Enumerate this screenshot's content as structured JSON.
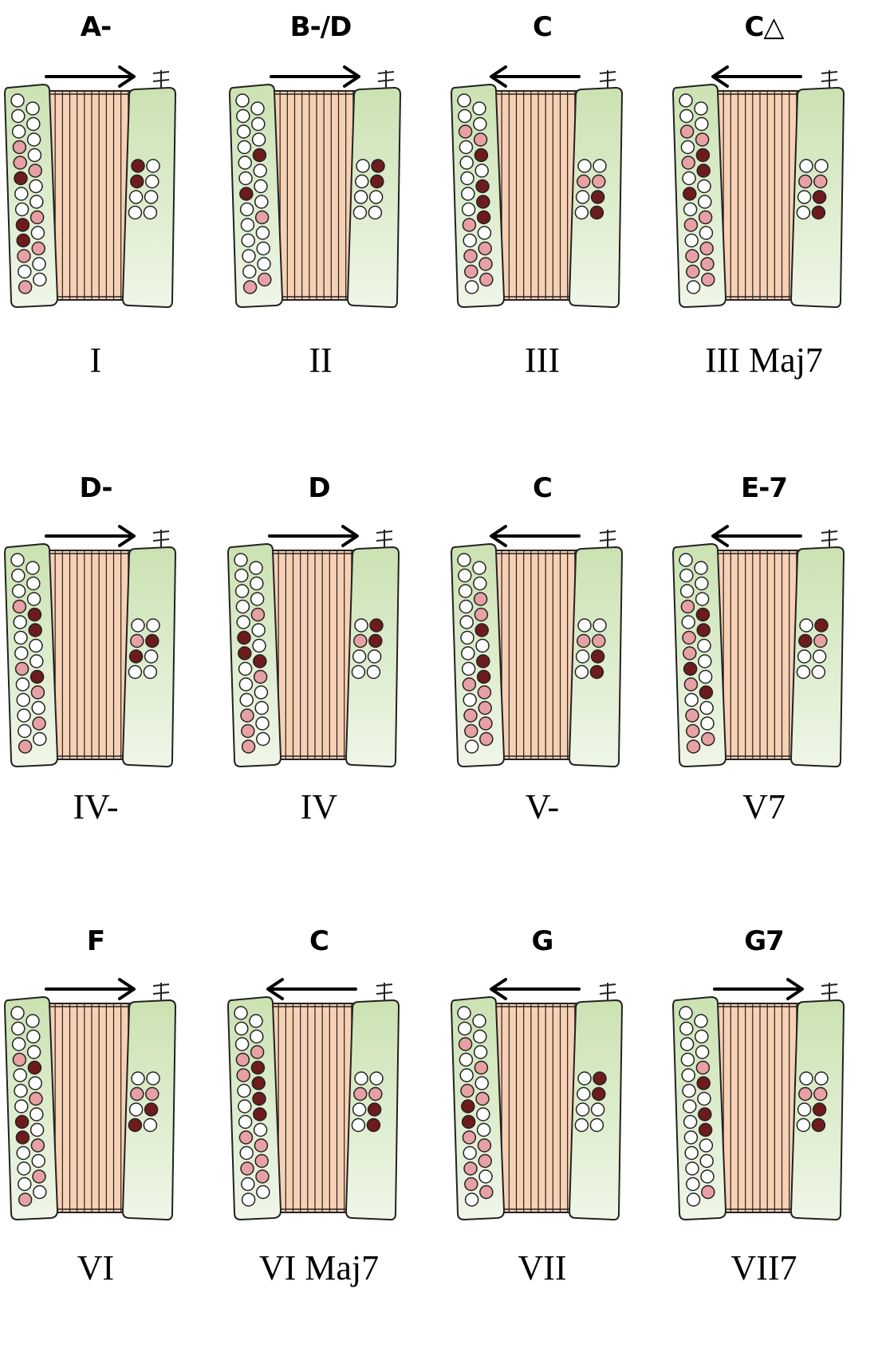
{
  "colors": {
    "empty": "#ffffff",
    "light": "#e7a0a4",
    "dark": "#6e1b1e",
    "panel_top": "#cbe2b2",
    "panel_bottom": "#eff6e8",
    "bellows": "#f8d0b4",
    "outline": "#222222"
  },
  "diagrams": [
    {
      "chord": "A-",
      "label": "I",
      "direction": "right",
      "treble_left": [
        "empty",
        "empty",
        "empty",
        "light",
        "light",
        "dark",
        "empty",
        "empty",
        "dark",
        "dark",
        "light",
        "empty",
        "light"
      ],
      "treble_right": [
        "empty",
        "empty",
        "empty",
        "empty",
        "light",
        "empty",
        "empty",
        "light",
        "empty",
        "light",
        "empty",
        "empty"
      ],
      "bass": [
        "dark",
        "empty",
        "dark",
        "empty",
        "empty",
        "empty",
        "empty",
        "empty"
      ]
    },
    {
      "chord": "B-/D",
      "label": "II",
      "direction": "right",
      "treble_left": [
        "empty",
        "empty",
        "empty",
        "empty",
        "empty",
        "empty",
        "dark",
        "empty",
        "empty",
        "empty",
        "empty",
        "empty",
        "light"
      ],
      "treble_right": [
        "empty",
        "empty",
        "empty",
        "dark",
        "empty",
        "empty",
        "empty",
        "light",
        "empty",
        "empty",
        "empty",
        "light"
      ],
      "bass": [
        "empty",
        "dark",
        "empty",
        "dark",
        "empty",
        "empty",
        "empty",
        "empty"
      ]
    },
    {
      "chord": "C",
      "label": "III",
      "direction": "left",
      "treble_left": [
        "empty",
        "empty",
        "light",
        "empty",
        "empty",
        "empty",
        "empty",
        "empty",
        "light",
        "empty",
        "light",
        "light",
        "empty"
      ],
      "treble_right": [
        "empty",
        "empty",
        "light",
        "dark",
        "empty",
        "dark",
        "dark",
        "dark",
        "empty",
        "light",
        "light",
        "light"
      ],
      "bass": [
        "empty",
        "empty",
        "light",
        "light",
        "empty",
        "dark",
        "empty",
        "dark"
      ]
    },
    {
      "chord": "C△",
      "label": "III Maj7",
      "direction": "left",
      "treble_left": [
        "empty",
        "empty",
        "light",
        "empty",
        "light",
        "empty",
        "dark",
        "empty",
        "light",
        "empty",
        "light",
        "light",
        "empty"
      ],
      "treble_right": [
        "empty",
        "empty",
        "light",
        "dark",
        "dark",
        "empty",
        "empty",
        "light",
        "empty",
        "light",
        "light",
        "light"
      ],
      "bass": [
        "empty",
        "empty",
        "light",
        "light",
        "empty",
        "dark",
        "empty",
        "dark"
      ]
    },
    {
      "chord": "D-",
      "label": "IV-",
      "direction": "right",
      "treble_left": [
        "empty",
        "empty",
        "empty",
        "light",
        "empty",
        "empty",
        "empty",
        "light",
        "empty",
        "empty",
        "empty",
        "empty",
        "light"
      ],
      "treble_right": [
        "empty",
        "empty",
        "empty",
        "dark",
        "dark",
        "empty",
        "empty",
        "dark",
        "light",
        "empty",
        "light",
        "empty"
      ],
      "bass": [
        "empty",
        "empty",
        "light",
        "dark",
        "dark",
        "empty",
        "empty",
        "empty"
      ]
    },
    {
      "chord": "D",
      "label": "IV",
      "direction": "right",
      "treble_left": [
        "empty",
        "empty",
        "empty",
        "empty",
        "empty",
        "dark",
        "dark",
        "empty",
        "empty",
        "empty",
        "light",
        "light",
        "light"
      ],
      "treble_right": [
        "empty",
        "empty",
        "empty",
        "light",
        "empty",
        "empty",
        "dark",
        "light",
        "empty",
        "empty",
        "empty",
        "empty"
      ],
      "bass": [
        "empty",
        "dark",
        "light",
        "dark",
        "empty",
        "empty",
        "empty",
        "empty"
      ]
    },
    {
      "chord": "C",
      "label": "V-",
      "direction": "left",
      "treble_left": [
        "empty",
        "empty",
        "empty",
        "empty",
        "empty",
        "empty",
        "empty",
        "empty",
        "light",
        "empty",
        "light",
        "light",
        "empty"
      ],
      "treble_right": [
        "empty",
        "empty",
        "light",
        "light",
        "dark",
        "empty",
        "dark",
        "dark",
        "light",
        "light",
        "light",
        "light"
      ],
      "bass": [
        "empty",
        "empty",
        "light",
        "light",
        "empty",
        "dark",
        "empty",
        "dark"
      ]
    },
    {
      "chord": "E-7",
      "label": "V7",
      "direction": "left",
      "treble_left": [
        "empty",
        "empty",
        "empty",
        "light",
        "empty",
        "light",
        "light",
        "dark",
        "light",
        "empty",
        "light",
        "light",
        "light"
      ],
      "treble_right": [
        "empty",
        "empty",
        "empty",
        "dark",
        "dark",
        "empty",
        "empty",
        "empty",
        "dark",
        "empty",
        "empty",
        "light"
      ],
      "bass": [
        "empty",
        "dark",
        "dark",
        "light",
        "empty",
        "empty",
        "empty",
        "empty"
      ]
    },
    {
      "chord": "F",
      "label": "VI",
      "direction": "right",
      "treble_left": [
        "empty",
        "empty",
        "empty",
        "light",
        "empty",
        "empty",
        "empty",
        "dark",
        "dark",
        "empty",
        "empty",
        "empty",
        "light"
      ],
      "treble_right": [
        "empty",
        "empty",
        "empty",
        "dark",
        "empty",
        "light",
        "empty",
        "empty",
        "light",
        "empty",
        "light",
        "empty"
      ],
      "bass": [
        "empty",
        "empty",
        "light",
        "light",
        "empty",
        "dark",
        "dark",
        "empty"
      ]
    },
    {
      "chord": "C",
      "label": "VI Maj7",
      "direction": "left",
      "treble_left": [
        "empty",
        "empty",
        "empty",
        "light",
        "light",
        "empty",
        "empty",
        "empty",
        "light",
        "empty",
        "light",
        "empty",
        "empty"
      ],
      "treble_right": [
        "empty",
        "empty",
        "light",
        "dark",
        "dark",
        "dark",
        "dark",
        "empty",
        "light",
        "light",
        "light",
        "empty"
      ],
      "bass": [
        "empty",
        "empty",
        "light",
        "light",
        "empty",
        "dark",
        "empty",
        "dark"
      ]
    },
    {
      "chord": "G",
      "label": "VII",
      "direction": "left",
      "treble_left": [
        "empty",
        "empty",
        "light",
        "empty",
        "empty",
        "light",
        "dark",
        "dark",
        "light",
        "empty",
        "light",
        "light",
        "empty"
      ],
      "treble_right": [
        "empty",
        "empty",
        "empty",
        "light",
        "empty",
        "light",
        "empty",
        "empty",
        "light",
        "light",
        "empty",
        "light"
      ],
      "bass": [
        "empty",
        "dark",
        "empty",
        "dark",
        "empty",
        "empty",
        "empty",
        "empty"
      ]
    },
    {
      "chord": "G7",
      "label": "VII7",
      "direction": "right",
      "treble_left": [
        "empty",
        "empty",
        "empty",
        "empty",
        "empty",
        "empty",
        "empty",
        "empty",
        "empty",
        "empty",
        "empty",
        "empty",
        "empty"
      ],
      "treble_right": [
        "empty",
        "empty",
        "empty",
        "light",
        "dark",
        "empty",
        "dark",
        "dark",
        "empty",
        "empty",
        "empty",
        "light"
      ],
      "bass": [
        "empty",
        "empty",
        "light",
        "light",
        "empty",
        "dark",
        "empty",
        "dark"
      ]
    }
  ]
}
